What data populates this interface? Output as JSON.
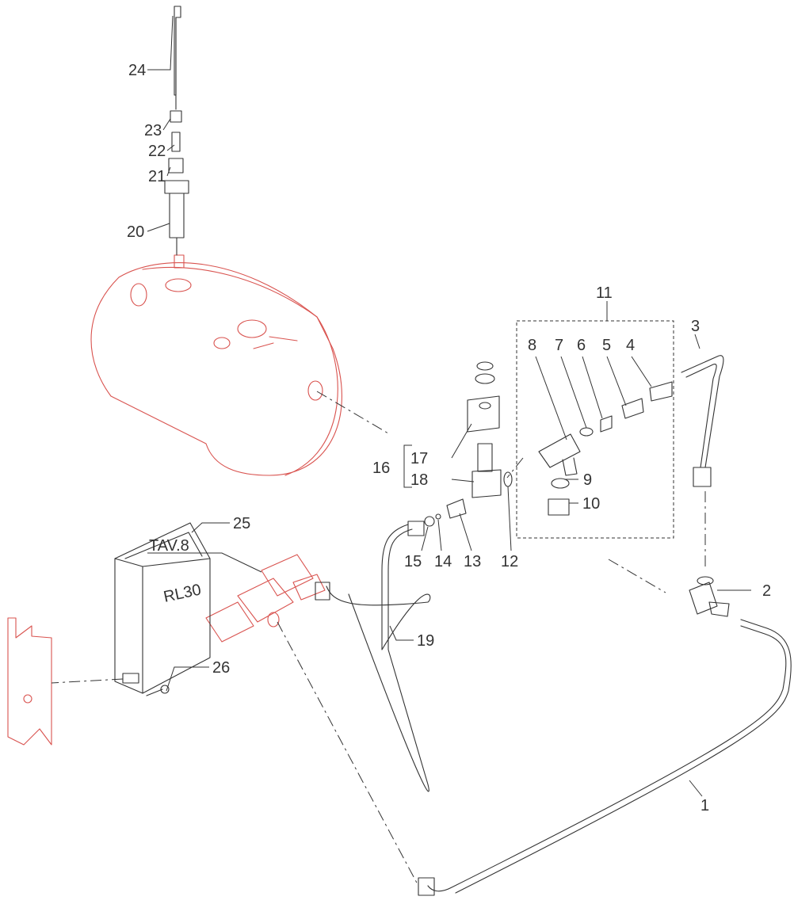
{
  "colors": {
    "line": "#333333",
    "highlight": "#d9534f",
    "background": "#ffffff"
  },
  "callouts": {
    "n1": "1",
    "n2": "2",
    "n3": "3",
    "n4": "4",
    "n5": "5",
    "n6": "6",
    "n7": "7",
    "n8": "8",
    "n9": "9",
    "n10": "10",
    "n11": "11",
    "n12": "12",
    "n13": "13",
    "n14": "14",
    "n15": "15",
    "n16": "16",
    "n17": "17",
    "n18": "18",
    "n19": "19",
    "n20": "20",
    "n21": "21",
    "n22": "22",
    "n23": "23",
    "n24": "24",
    "n25": "25",
    "n26": "26",
    "tav": "TAV.8"
  },
  "control_box": {
    "label": "RL30"
  }
}
